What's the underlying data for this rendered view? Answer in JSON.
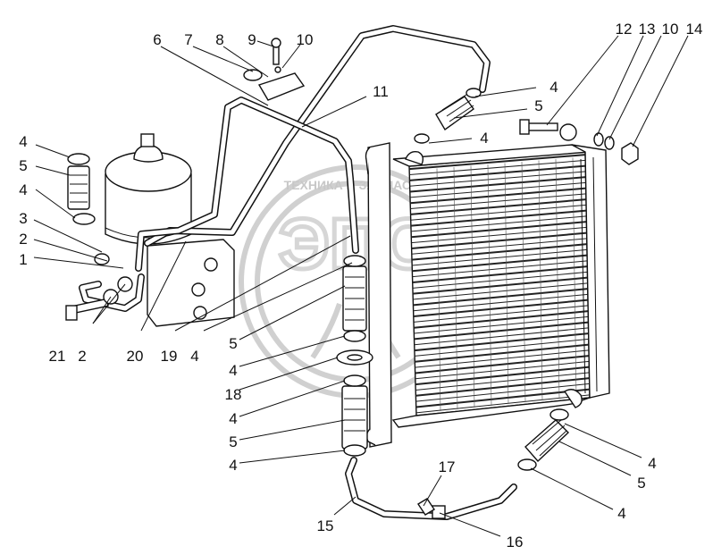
{
  "watermark": {
    "logo_text": "ЭПС",
    "band_text": "ТЕХНИКА И ЗАПЧАСТИ"
  },
  "callouts": [
    {
      "id": "c6",
      "text": "6"
    },
    {
      "id": "c7",
      "text": "7"
    },
    {
      "id": "c8",
      "text": "8"
    },
    {
      "id": "c9",
      "text": "9"
    },
    {
      "id": "c10a",
      "text": "10"
    },
    {
      "id": "c11",
      "text": "11"
    },
    {
      "id": "c12",
      "text": "12"
    },
    {
      "id": "c13",
      "text": "13"
    },
    {
      "id": "c10b",
      "text": "10"
    },
    {
      "id": "c14",
      "text": "14"
    },
    {
      "id": "c4a",
      "text": "4"
    },
    {
      "id": "c5a",
      "text": "5"
    },
    {
      "id": "c4b",
      "text": "4"
    },
    {
      "id": "c4l1",
      "text": "4"
    },
    {
      "id": "c5l",
      "text": "5"
    },
    {
      "id": "c4l2",
      "text": "4"
    },
    {
      "id": "c3",
      "text": "3"
    },
    {
      "id": "c2a",
      "text": "2"
    },
    {
      "id": "c1",
      "text": "1"
    },
    {
      "id": "c21",
      "text": "21"
    },
    {
      "id": "c2b",
      "text": "2"
    },
    {
      "id": "c20",
      "text": "20"
    },
    {
      "id": "c19",
      "text": "19"
    },
    {
      "id": "c4c",
      "text": "4"
    },
    {
      "id": "c5b",
      "text": "5"
    },
    {
      "id": "c4d",
      "text": "4"
    },
    {
      "id": "c18",
      "text": "18"
    },
    {
      "id": "c4e",
      "text": "4"
    },
    {
      "id": "c5c",
      "text": "5"
    },
    {
      "id": "c4f",
      "text": "4"
    },
    {
      "id": "c15",
      "text": "15"
    },
    {
      "id": "c17",
      "text": "17"
    },
    {
      "id": "c16",
      "text": "16"
    },
    {
      "id": "c4g",
      "text": "4"
    },
    {
      "id": "c5d",
      "text": "5"
    },
    {
      "id": "c4h",
      "text": "4"
    }
  ]
}
